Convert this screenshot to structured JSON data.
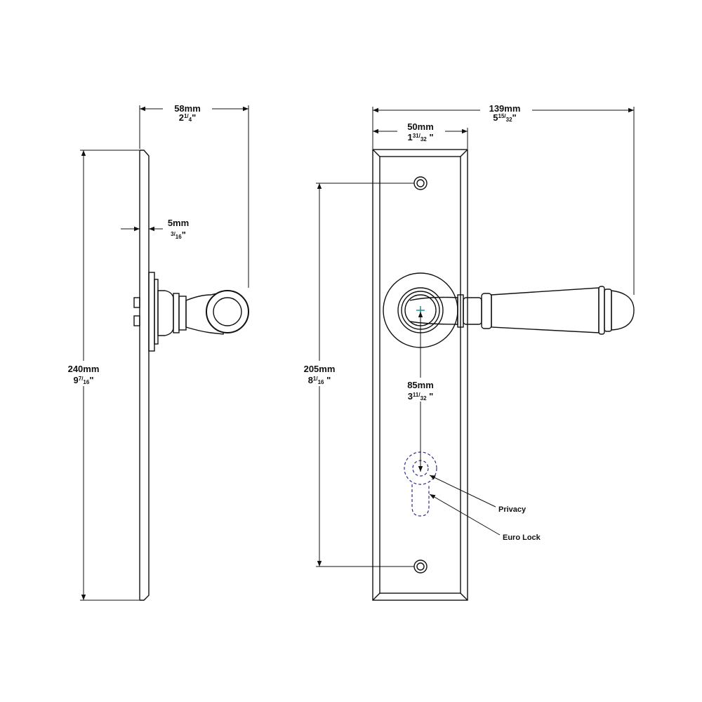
{
  "dimensions": {
    "side_projection": {
      "mm": "58mm",
      "inch_whole": "2",
      "inch_num": "1",
      "inch_den": "4",
      "inch_tail": "\""
    },
    "plate_thickness": {
      "mm": "5mm",
      "inch_num": "3",
      "inch_den": "16",
      "inch_tail": "\""
    },
    "plate_height": {
      "mm": "240mm",
      "inch_whole": "9",
      "inch_num": "7",
      "inch_den": "16",
      "inch_tail": "\""
    },
    "overall_width": {
      "mm": "139mm",
      "inch_whole": "5",
      "inch_num": "15",
      "inch_den": "32",
      "inch_tail": "\""
    },
    "plate_width": {
      "mm": "50mm",
      "inch_whole": "1",
      "inch_num": "31",
      "inch_den": "32",
      "inch_tail": " \""
    },
    "fixing_centres": {
      "mm": "205mm",
      "inch_whole": "8",
      "inch_num": "1",
      "inch_den": "16",
      "inch_tail": " \""
    },
    "backset": {
      "mm": "85mm",
      "inch_whole": "3",
      "inch_num": "11",
      "inch_den": "32",
      "inch_tail": " \""
    }
  },
  "callouts": {
    "privacy": "Privacy",
    "euro_lock": "Euro Lock"
  },
  "colors": {
    "line": "#111111",
    "lock_outline": "#2a2a8a",
    "spindle_mark": "#1a8a8a"
  }
}
